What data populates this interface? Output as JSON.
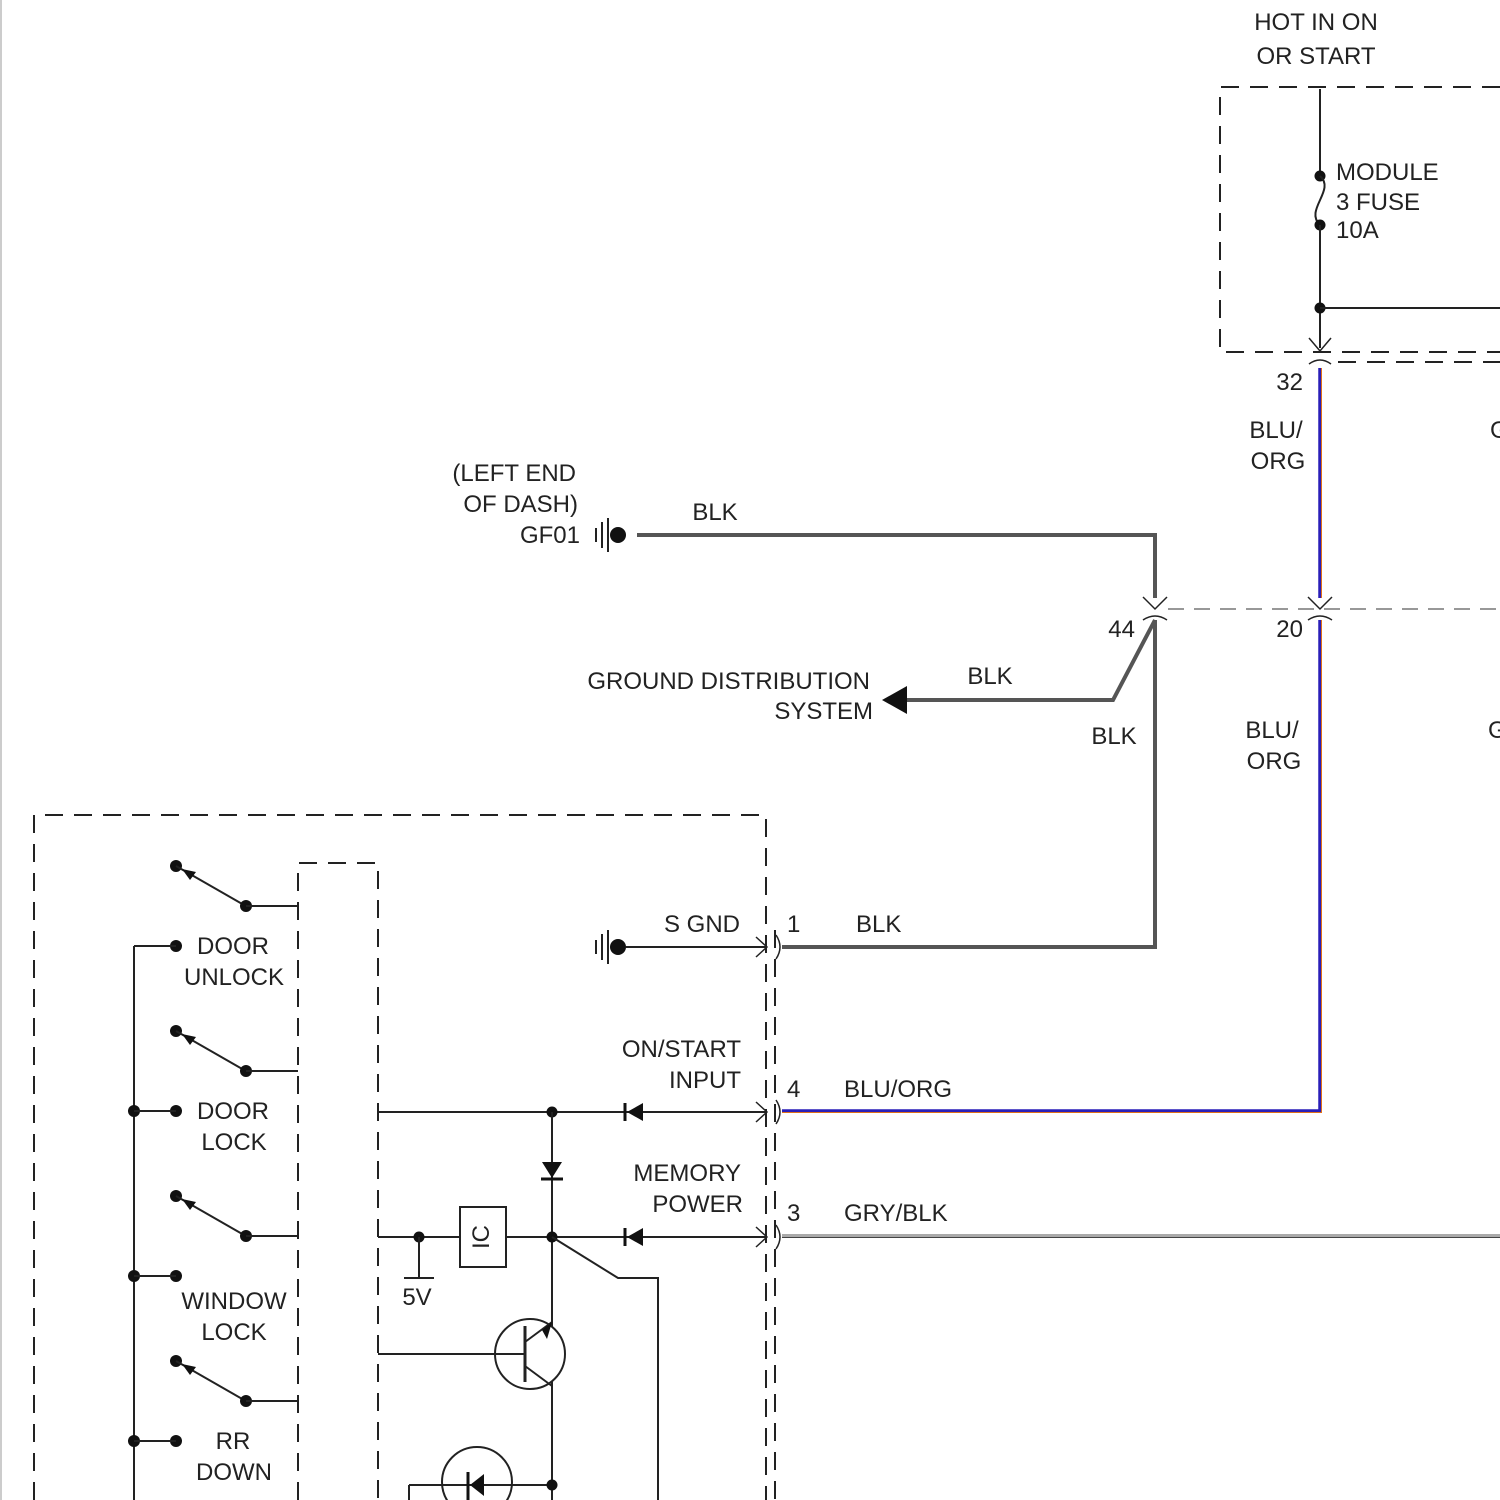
{
  "colors": {
    "blk_wire": "#555555",
    "blu_org_wire": "#2a1fb8",
    "blu_org_tracer": "#e0701a",
    "gry_blk_wire": "#aaaaaa",
    "gry_blk_tracer": "#444444",
    "line": "#222222"
  },
  "fuse_box": {
    "header_line1": "HOT IN ON",
    "header_line2": "OR START",
    "fuse_line1": "MODULE",
    "fuse_line2": "3 FUSE",
    "fuse_line3": "10A"
  },
  "connectors": {
    "c32": "32",
    "c44": "44",
    "c20": "20",
    "c1": "1",
    "c4": "4",
    "c3": "3"
  },
  "wires": {
    "blu_org_upper_1": "BLU/",
    "blu_org_upper_2": "ORG",
    "blu_org_lower_1": "BLU/",
    "blu_org_lower_2": "ORG",
    "blk_top": "BLK",
    "blk_gnd_dist": "BLK",
    "blk_vertical": "BLK",
    "pin1": "BLK",
    "pin4": "BLU/ORG",
    "pin3": "GRY/BLK",
    "edge_upper": "G",
    "edge_lower": "G"
  },
  "ground": {
    "location_line1": "(LEFT END",
    "location_line2": "OF DASH)",
    "id": "GF01"
  },
  "ground_distribution": {
    "line1": "GROUND DISTRIBUTION",
    "line2": "SYSTEM"
  },
  "module": {
    "s_gnd": "S GND",
    "on_start_1": "ON/START",
    "on_start_2": "INPUT",
    "memory_1": "MEMORY",
    "memory_2": "POWER",
    "ic": "IC",
    "v5": "5V"
  },
  "switches": {
    "door_unlock_1": "DOOR",
    "door_unlock_2": "UNLOCK",
    "door_lock_1": "DOOR",
    "door_lock_2": "LOCK",
    "window_lock_1": "WINDOW",
    "window_lock_2": "LOCK",
    "rr_down_1": "RR",
    "rr_down_2": "DOWN"
  }
}
